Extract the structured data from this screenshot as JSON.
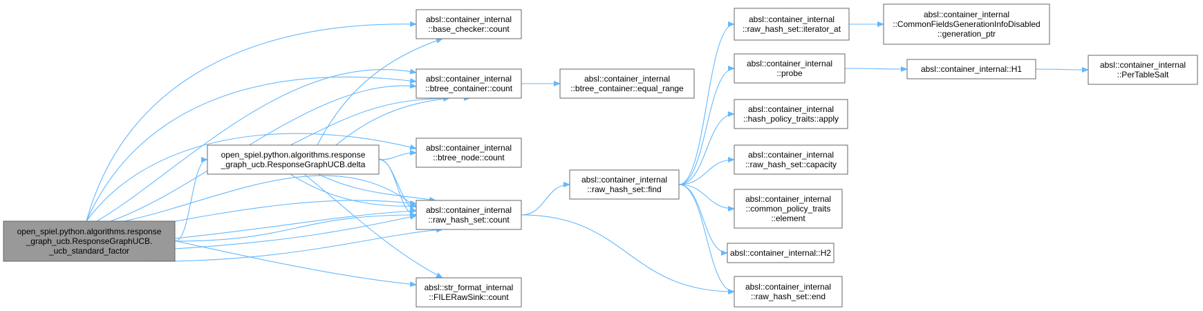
{
  "colors": {
    "edge": "#63b8ff",
    "node_border": "#666666",
    "node_fill": "#ffffff",
    "root_fill": "#999999"
  },
  "nodes": [
    {
      "id": "ucb_standard_factor",
      "lines": [
        "open_spiel.python.algorithms.response",
        "_graph_ucb.ResponseGraphUCB.",
        "_ucb_standard_factor"
      ]
    },
    {
      "id": "delta",
      "lines": [
        "open_spiel.python.algorithms.response",
        "_graph_ucb.ResponseGraphUCB.delta"
      ]
    },
    {
      "id": "base_checker_count",
      "lines": [
        "absl::container_internal",
        "::base_checker::count"
      ]
    },
    {
      "id": "btree_container_count",
      "lines": [
        "absl::container_internal",
        "::btree_container::count"
      ]
    },
    {
      "id": "btree_node_count",
      "lines": [
        "absl::container_internal",
        "::btree_node::count"
      ]
    },
    {
      "id": "raw_hash_set_count",
      "lines": [
        "absl::container_internal",
        "::raw_hash_set::count"
      ]
    },
    {
      "id": "filerawsink_count",
      "lines": [
        "absl::str_format_internal",
        "::FILERawSink::count"
      ]
    },
    {
      "id": "equal_range",
      "lines": [
        "absl::container_internal",
        "::btree_container::equal_range"
      ]
    },
    {
      "id": "find",
      "lines": [
        "absl::container_internal",
        "::raw_hash_set::find"
      ]
    },
    {
      "id": "iterator_at",
      "lines": [
        "absl::container_internal",
        "::raw_hash_set::iterator_at"
      ]
    },
    {
      "id": "probe",
      "lines": [
        "absl::container_internal",
        "::probe"
      ]
    },
    {
      "id": "apply",
      "lines": [
        "absl::container_internal",
        "::hash_policy_traits::apply"
      ]
    },
    {
      "id": "capacity",
      "lines": [
        "absl::container_internal",
        "::raw_hash_set::capacity"
      ]
    },
    {
      "id": "element",
      "lines": [
        "absl::container_internal",
        "::common_policy_traits",
        "::element"
      ]
    },
    {
      "id": "h2",
      "lines": [
        "absl::container_internal::H2"
      ]
    },
    {
      "id": "end",
      "lines": [
        "absl::container_internal",
        "::raw_hash_set::end"
      ]
    },
    {
      "id": "generation_ptr",
      "lines": [
        "absl::container_internal",
        "::CommonFieldsGenerationInfoDisabled",
        "::generation_ptr"
      ]
    },
    {
      "id": "h1",
      "lines": [
        "absl::container_internal::H1"
      ]
    },
    {
      "id": "pertablesalt",
      "lines": [
        "absl::container_internal",
        "::PerTableSalt"
      ]
    }
  ],
  "edges": [
    [
      "ucb_standard_factor",
      "delta"
    ],
    [
      "ucb_standard_factor",
      "base_checker_count"
    ],
    [
      "ucb_standard_factor",
      "btree_container_count"
    ],
    [
      "ucb_standard_factor",
      "btree_node_count"
    ],
    [
      "ucb_standard_factor",
      "raw_hash_set_count"
    ],
    [
      "ucb_standard_factor",
      "filerawsink_count"
    ],
    [
      "delta",
      "base_checker_count"
    ],
    [
      "delta",
      "btree_container_count"
    ],
    [
      "delta",
      "btree_node_count"
    ],
    [
      "delta",
      "raw_hash_set_count"
    ],
    [
      "delta",
      "filerawsink_count"
    ],
    [
      "btree_container_count",
      "equal_range"
    ],
    [
      "raw_hash_set_count",
      "find"
    ],
    [
      "raw_hash_set_count",
      "end"
    ],
    [
      "find",
      "iterator_at"
    ],
    [
      "find",
      "probe"
    ],
    [
      "find",
      "apply"
    ],
    [
      "find",
      "capacity"
    ],
    [
      "find",
      "element"
    ],
    [
      "find",
      "h2"
    ],
    [
      "find",
      "end"
    ],
    [
      "iterator_at",
      "generation_ptr"
    ],
    [
      "probe",
      "h1"
    ],
    [
      "h1",
      "pertablesalt"
    ]
  ]
}
